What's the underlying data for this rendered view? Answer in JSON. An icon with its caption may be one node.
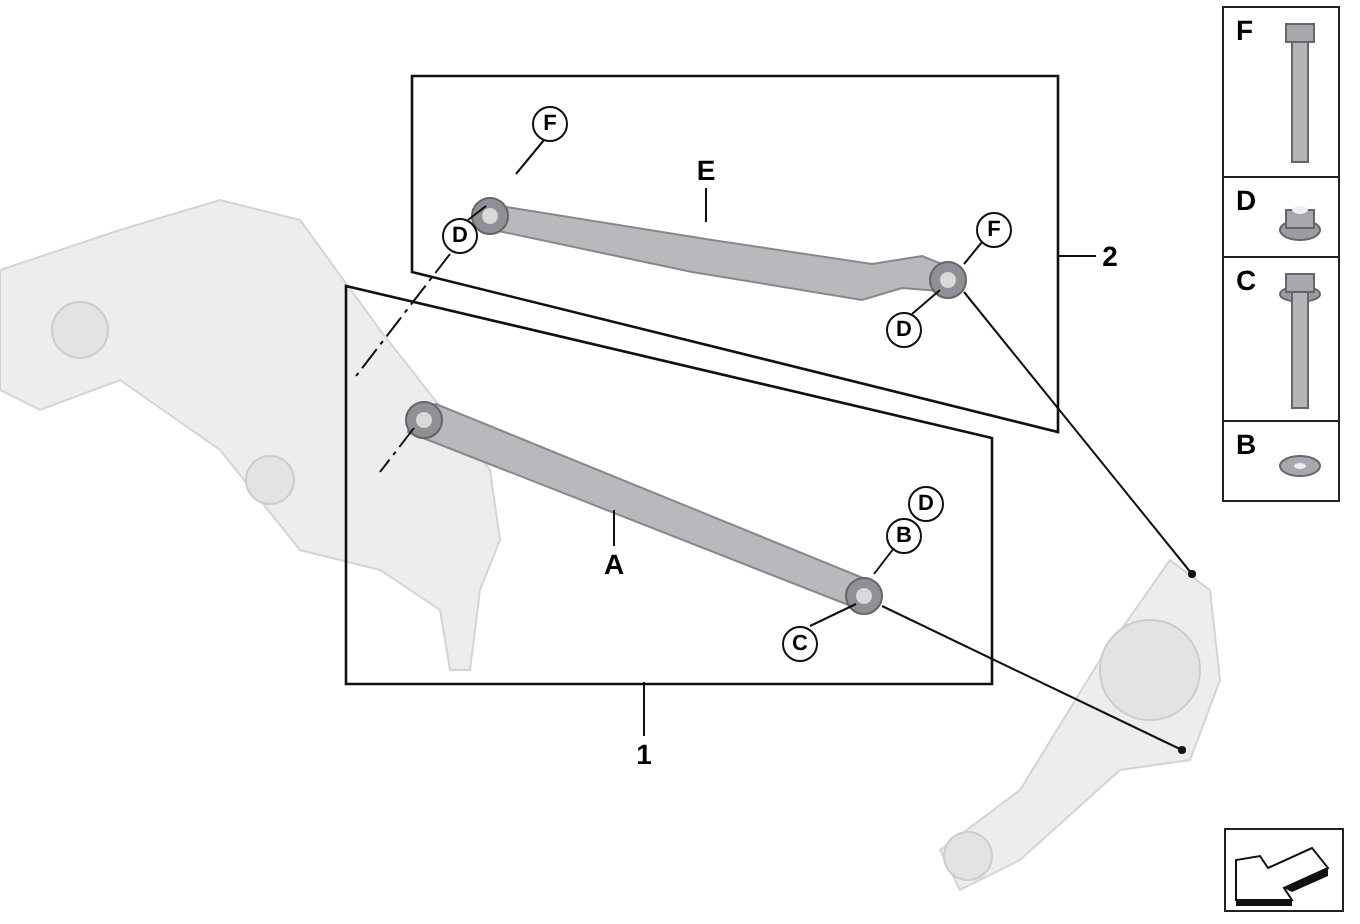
{
  "diagram": {
    "nodes": [
      {
        "text": [],
        "shape": "box"
      },
      {
        "text": [],
        "shape": "box"
      },
      {
        "text": [],
        "shape": "picture",
        "in": 0
      },
      {
        "text": [],
        "shape": "picture",
        "in": 1
      },
      {
        "text": [],
        "shape": "picture"
      },
      {
        "text": [],
        "shape": "picture"
      },
      {
        "text": [
          "2"
        ]
      },
      {
        "text": [
          "1"
        ]
      },
      {
        "text": [
          "E"
        ],
        "in": 0
      },
      {
        "text": [
          "F"
        ],
        "in": 0
      },
      {
        "text": [
          "D"
        ],
        "in": 0
      },
      {
        "text": [
          "F"
        ],
        "in": 0
      },
      {
        "text": [
          "D"
        ],
        "in": 0
      },
      {
        "text": [
          "A"
        ],
        "in": 1
      },
      {
        "text": [
          "B"
        ],
        "in": 1
      },
      {
        "text": [
          "C"
        ],
        "in": 1
      },
      {
        "text": [
          "D"
        ],
        "in": 1
      },
      {
        "text": [
          "F"
        ]
      },
      {
        "text": [
          "D"
        ]
      },
      {
        "text": [
          "C"
        ]
      },
      {
        "text": [
          "B"
        ]
      }
    ],
    "edges": [
      {
        "from": 6,
        "to": 0,
        "arrow": "none"
      },
      {
        "from": 7,
        "to": 1,
        "arrow": "none"
      },
      {
        "from": 8,
        "to": 2,
        "arrow": "none"
      },
      {
        "from": 9,
        "to": 2,
        "arrow": "none"
      },
      {
        "from": 10,
        "to": 2,
        "arrow": "none"
      },
      {
        "from": 11,
        "to": 2,
        "arrow": "none"
      },
      {
        "from": 12,
        "to": 2,
        "arrow": "none"
      },
      {
        "from": 13,
        "to": 3,
        "arrow": "none"
      },
      {
        "from": 14,
        "to": 3,
        "arrow": "none"
      },
      {
        "from": 15,
        "to": 3,
        "arrow": "none"
      },
      {
        "from": 2,
        "to": 5,
        "arrow": "other"
      },
      {
        "from": 3,
        "to": 5,
        "arrow": "other"
      },
      {
        "from": 10,
        "to": 4,
        "arrow": "none",
        "style": "dashed"
      },
      {
        "from": 3,
        "to": 4,
        "arrow": "none",
        "style": "dashed"
      }
    ]
  }
}
